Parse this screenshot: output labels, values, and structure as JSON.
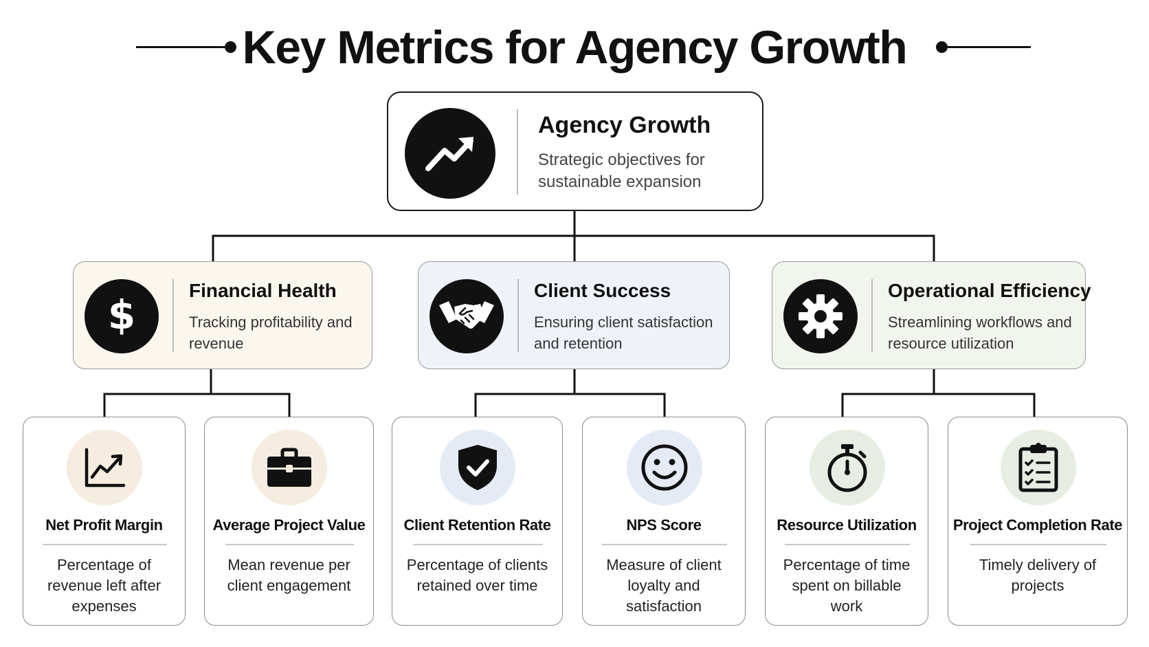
{
  "title": "Key Metrics for Agency Growth",
  "root": {
    "title": "Agency Growth",
    "subtitle": "Strategic objectives for sustainable expansion",
    "icon": "trending-up-icon"
  },
  "categories": [
    {
      "title": "Financial Health",
      "subtitle": "Tracking profitability and revenue",
      "icon": "dollar-icon",
      "color": "#fbf7ef"
    },
    {
      "title": "Client Success",
      "subtitle": "Ensuring client satisfaction and retention",
      "icon": "handshake-icon",
      "color": "#eff3f9"
    },
    {
      "title": "Operational Efficiency",
      "subtitle": "Streamlining workflows and resource utilization",
      "icon": "gear-icon",
      "color": "#f2f5ee"
    }
  ],
  "metrics": [
    {
      "title": "Net Profit Margin",
      "description": "Percentage of revenue left after expenses",
      "icon": "line-chart-icon",
      "category": "Financial Health"
    },
    {
      "title": "Average Project Value",
      "description": "Mean revenue per client engagement",
      "icon": "briefcase-icon",
      "category": "Financial Health"
    },
    {
      "title": "Client Retention Rate",
      "description": "Percentage of clients retained over time",
      "icon": "shield-check-icon",
      "category": "Client Success"
    },
    {
      "title": "NPS Score",
      "description": "Measure of client loyalty and satisfaction",
      "icon": "smiley-icon",
      "category": "Client Success"
    },
    {
      "title": "Resource Utilization",
      "description": "Percentage of time spent on billable work",
      "icon": "stopwatch-icon",
      "category": "Operational Efficiency"
    },
    {
      "title": "Project Completion Rate",
      "description": "Timely delivery of projects",
      "icon": "clipboard-checklist-icon",
      "category": "Operational Efficiency"
    }
  ]
}
